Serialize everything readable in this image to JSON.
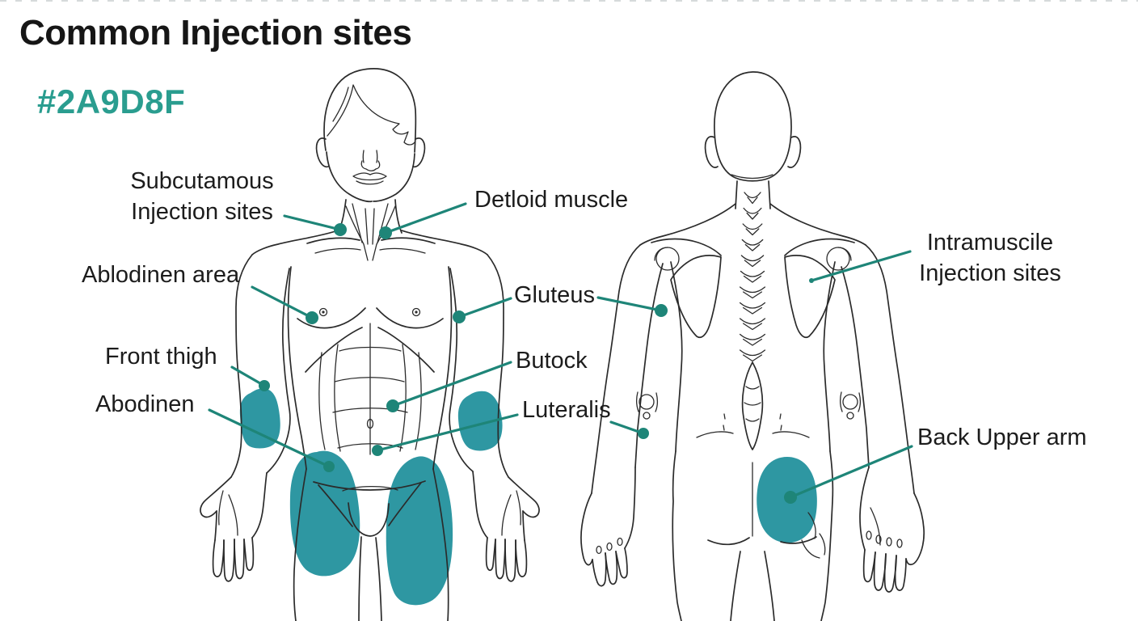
{
  "title": "Common Injection sites",
  "color_code": "#2A9D8F",
  "palette": {
    "accent": "#2A9D8F",
    "patch_fill": "#2E97A2",
    "connector": "#1E8578",
    "outline": "#2b2b2b",
    "ink": "#1c1c1c"
  },
  "labels": {
    "subcutaneous_line1": "Subcutamous",
    "subcutaneous_line2": "Injection sites",
    "deltoid": "Detloid muscle",
    "abdomen_area": "Ablodinen area",
    "front_thigh": "Front thigh",
    "abodinen": "Abodinen",
    "gluteus": "Gluteus",
    "buttock": "Butock",
    "lateralis": "Luteralis",
    "intramuscular_line1": "Intramuscile",
    "intramuscular_line2": "Injection sites",
    "back_upper_arm": "Back Upper arm"
  }
}
